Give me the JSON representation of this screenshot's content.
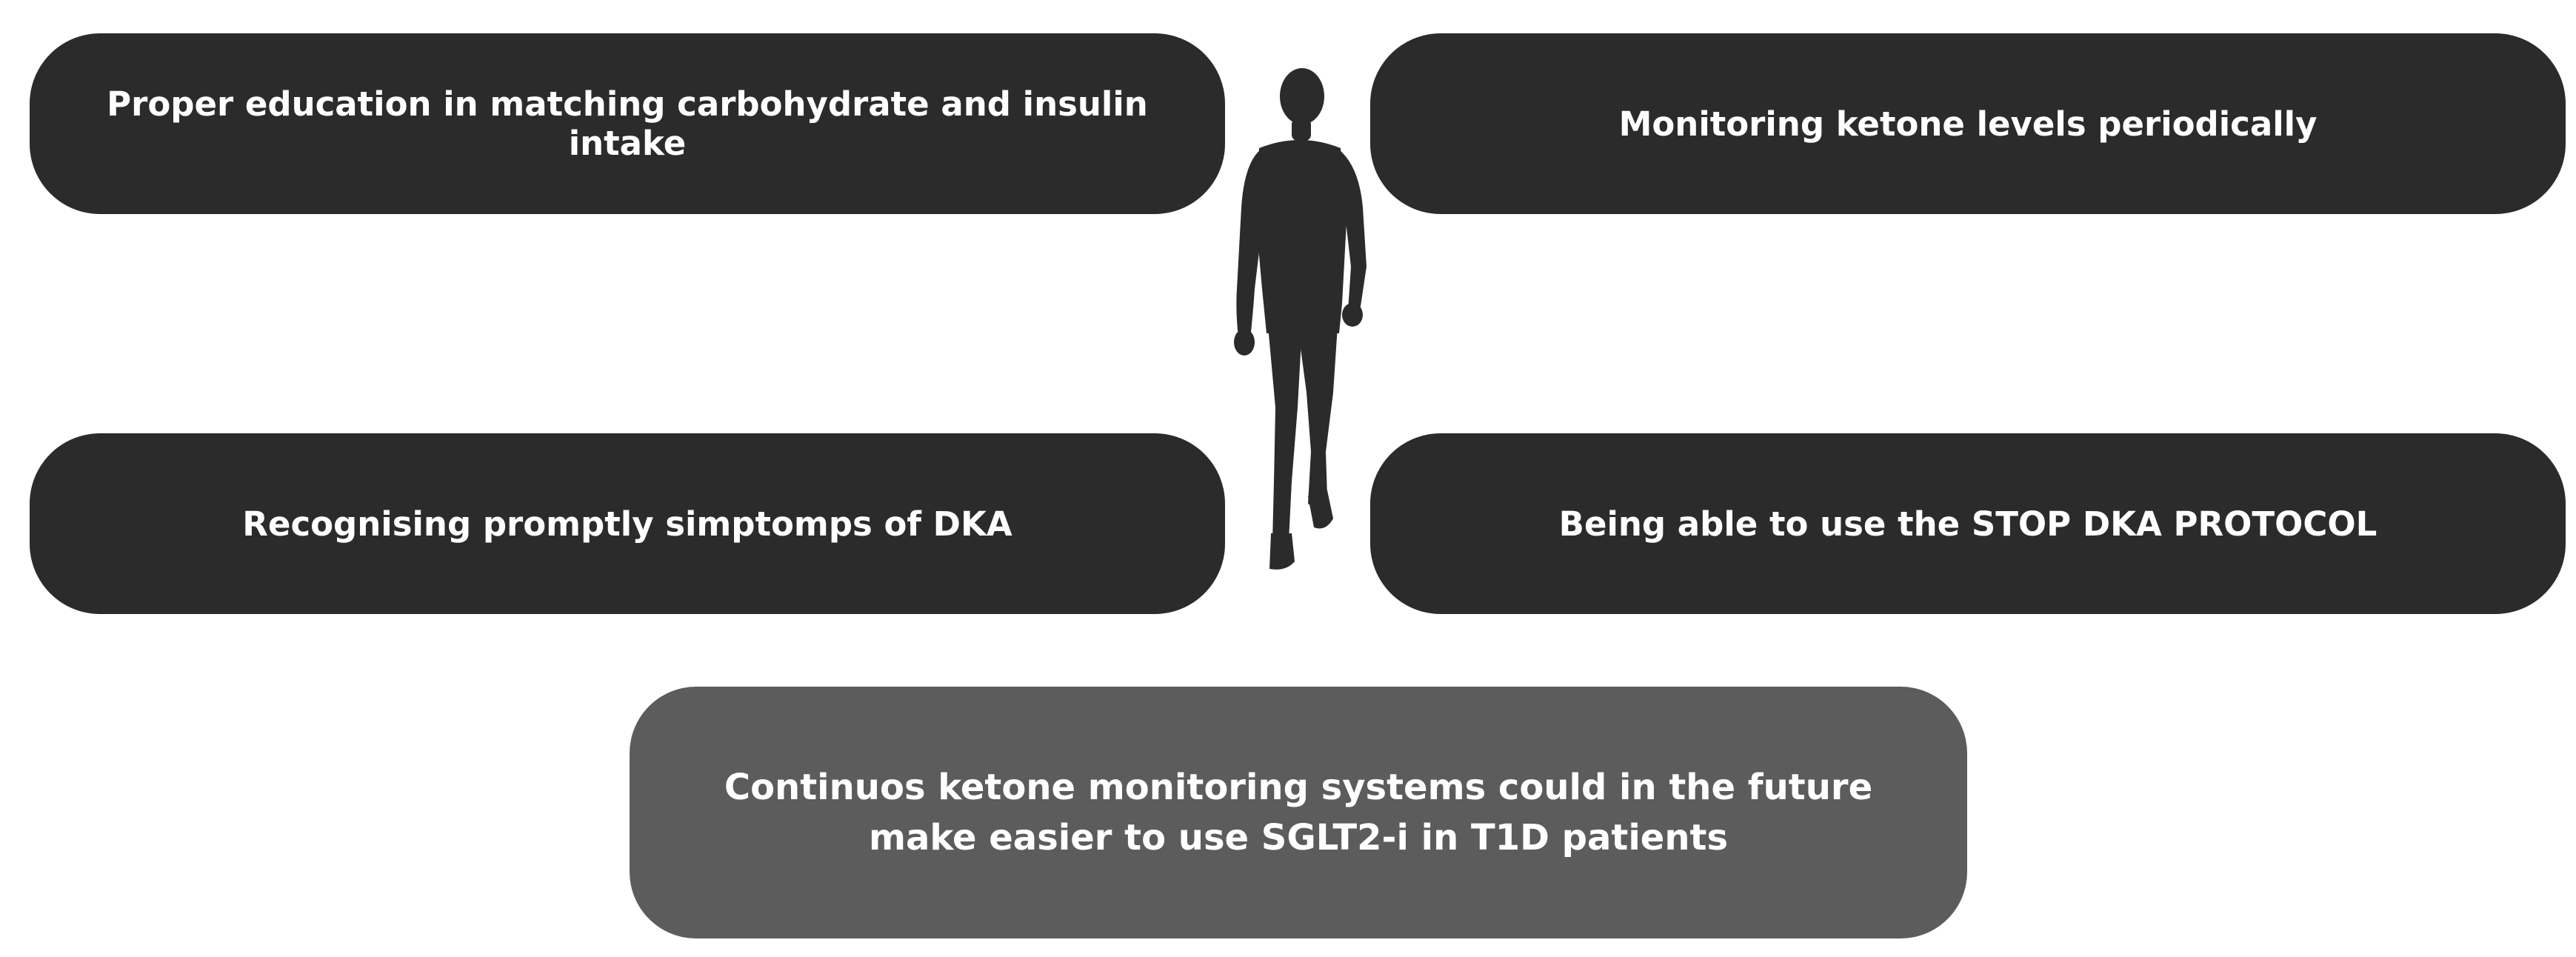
{
  "boxes": {
    "top_left": "Proper education in matching carbohydrate and insulin intake",
    "top_right": "Monitoring ketone levels periodically",
    "bottom_left": "Recognising promptly simptomps of DKA",
    "bottom_right": "Being able to use the STOP DKA PROTOCOL",
    "center": "Continuos ketone monitoring systems could in the future make easier to use SGLT2-i in T1D patients"
  },
  "colors": {
    "dark_box": "#2b2b2b",
    "gray_box": "#5b5c5b",
    "text": "#ffffff",
    "silhouette": "#2b2b2b"
  },
  "icons": {
    "center_figure": "walking-person-silhouette-icon"
  }
}
